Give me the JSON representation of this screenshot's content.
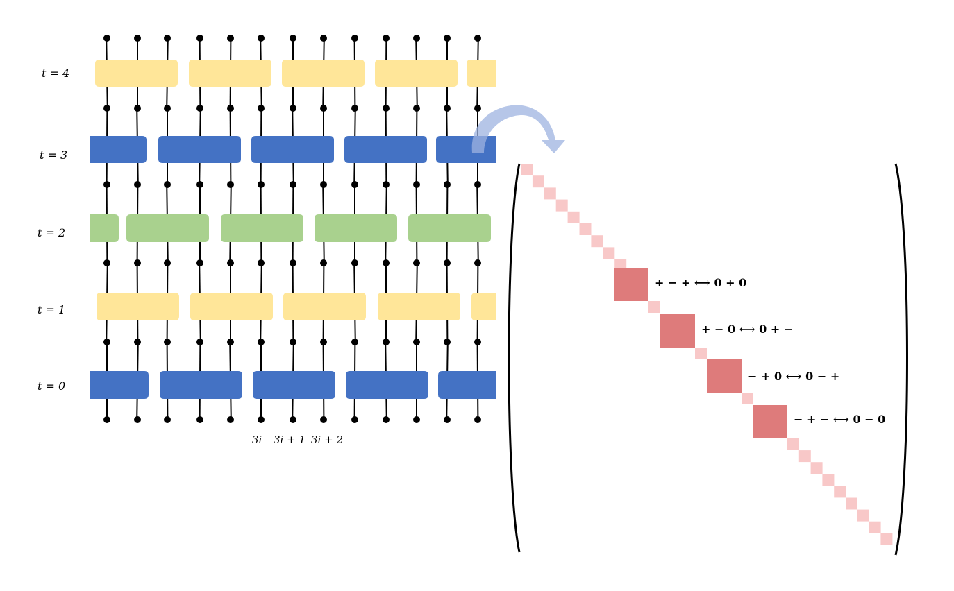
{
  "circuit": {
    "row_labels": [
      "t = 4",
      "t = 3",
      "t = 2",
      "t = 1",
      "t = 0"
    ],
    "row_colors": [
      "#ffe699",
      "#4472c4",
      "#a9d18e",
      "#ffe699",
      "#4472c4"
    ],
    "site_labels": [
      "3i",
      "3i + 1",
      "3i + 2"
    ]
  },
  "matrix": {
    "small_block_color": "#f8c8c8",
    "big_block_color": "#de7b7b",
    "arrow_color": "#9db3e0",
    "block_labels": [
      "+ − + ⟷ 0 + 0",
      "+ − 0 ⟷ 0 + −",
      "− + 0 ⟷ 0 − +",
      "− + − ⟷ 0 − 0"
    ]
  }
}
